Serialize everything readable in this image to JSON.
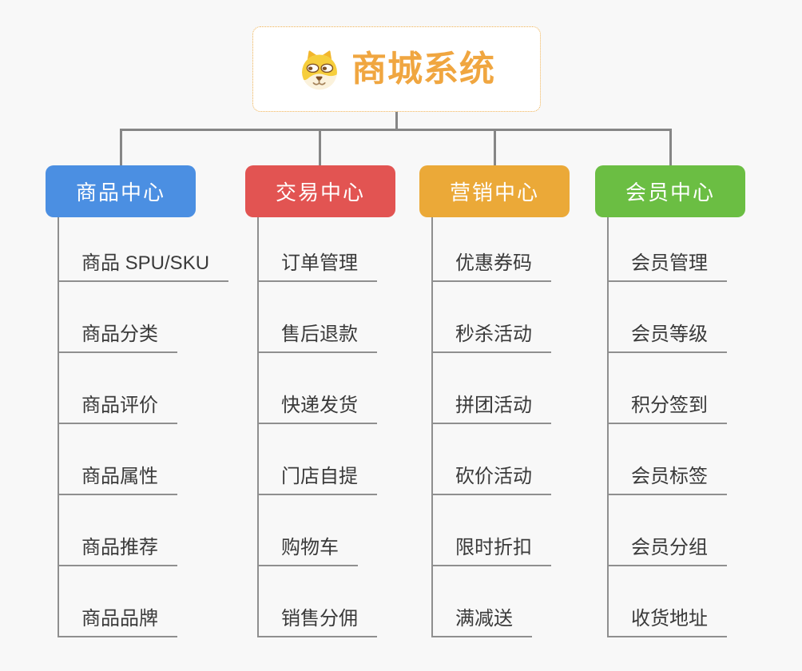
{
  "root": {
    "title": "商城系统",
    "icon": "dog-face-icon"
  },
  "branches": [
    {
      "label": "商品中心",
      "color": "#4b8fe2",
      "children": [
        "商品 SPU/SKU",
        "商品分类",
        "商品评价",
        "商品属性",
        "商品推荐",
        "商品品牌"
      ]
    },
    {
      "label": "交易中心",
      "color": "#e25452",
      "children": [
        "订单管理",
        "售后退款",
        "快递发货",
        "门店自提",
        "购物车",
        "销售分佣"
      ]
    },
    {
      "label": "营销中心",
      "color": "#eba938",
      "children": [
        "优惠券码",
        "秒杀活动",
        "拼团活动",
        "砍价活动",
        "限时折扣",
        "满减送"
      ]
    },
    {
      "label": "会员中心",
      "color": "#6bbe43",
      "children": [
        "会员管理",
        "会员等级",
        "积分签到",
        "会员标签",
        "会员分组",
        "收货地址"
      ]
    }
  ],
  "colors": {
    "background": "#f8f8f8",
    "connector": "#868686",
    "leaf_line": "#8f8f8f",
    "leaf_text": "#3a3a3a",
    "root_accent": "#f0a640",
    "root_border": "#eeb051"
  }
}
